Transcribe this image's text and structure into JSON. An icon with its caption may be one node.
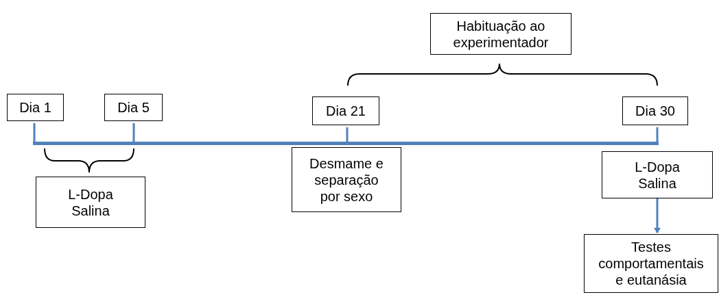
{
  "diagram": {
    "nodes": [
      {
        "text": [
          "Habituação ao experimentador"
        ]
      },
      {
        "text": [
          "Dia 1"
        ]
      },
      {
        "text": [
          "Dia 5"
        ]
      },
      {
        "text": [
          "Dia 21"
        ]
      },
      {
        "text": [
          "Dia 30"
        ]
      },
      {
        "text": [],
        "shape": "bar"
      },
      {
        "text": [
          "L-Dopa Salina"
        ]
      },
      {
        "text": [
          "Desmame e separação por sexo"
        ]
      },
      {
        "text": [
          "L-Dopa Salina"
        ]
      },
      {
        "text": [
          "Testes comportamentais e eutanásia"
        ]
      }
    ],
    "edges": [
      {
        "from": 1,
        "to": 5,
        "arrow": "none"
      },
      {
        "from": 2,
        "to": 5,
        "arrow": "none"
      },
      {
        "from": 3,
        "to": 5,
        "arrow": "none"
      },
      {
        "from": 4,
        "to": 5,
        "arrow": "none"
      },
      {
        "from": 8,
        "to": 9,
        "arrow": "to"
      }
    ]
  }
}
